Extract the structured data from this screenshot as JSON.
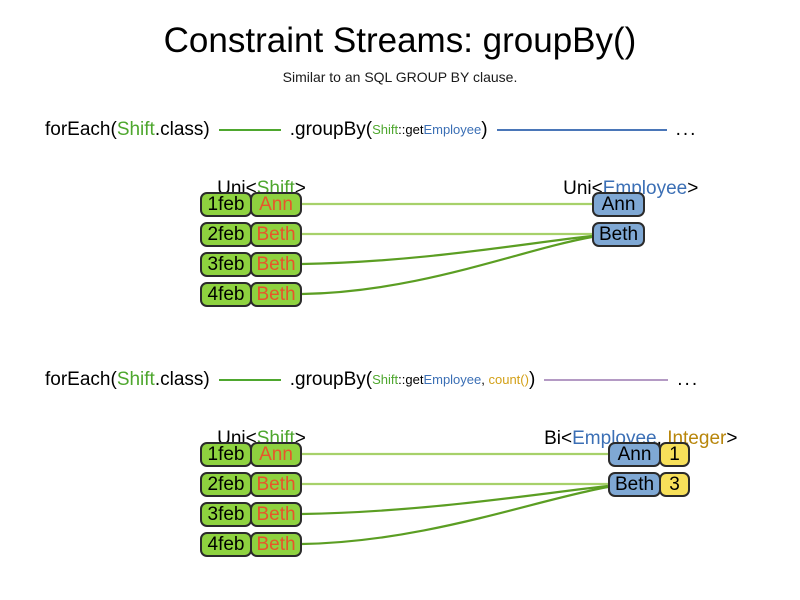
{
  "header": {
    "title": "Constraint Streams: groupBy()",
    "subtitle": "Similar to an SQL GROUP BY clause."
  },
  "sections": [
    {
      "id": "section-ungrouped-count",
      "expression": {
        "for_each": "forEach(",
        "for_each_type": "Shift",
        "for_each_suffix": ".class)",
        "group_by": ".groupBy(",
        "ref_class": "Shift",
        "ref_sep": "::get",
        "ref_prop": "Employee",
        "group_by_suffix": ")",
        "ellipsis": "...",
        "connector_1_color": "#4ea72e",
        "connector_2_color": "#4a76b8"
      },
      "left_type_label": {
        "prefix": "Uni<",
        "generic": "Shift",
        "suffix": ">"
      },
      "right_type_label": {
        "prefix": "Uni<",
        "generic": "Employee",
        "suffix": ">"
      },
      "left_rows": [
        {
          "date": "1feb",
          "name": "Ann"
        },
        {
          "date": "2feb",
          "name": "Beth"
        },
        {
          "date": "3feb",
          "name": "Beth"
        },
        {
          "date": "4feb",
          "name": "Beth"
        }
      ],
      "right_rows": [
        {
          "name": "Ann"
        },
        {
          "name": "Beth"
        }
      ],
      "links": [
        {
          "from": 0,
          "to": 0
        },
        {
          "from": 1,
          "to": 1
        },
        {
          "from": 2,
          "to": 1
        },
        {
          "from": 3,
          "to": 1
        }
      ]
    },
    {
      "id": "section-grouped-count",
      "expression": {
        "for_each": "forEach(",
        "for_each_type": "Shift",
        "for_each_suffix": ".class)",
        "group_by": ".groupBy(",
        "ref_class": "Shift",
        "ref_sep": "::get",
        "ref_prop": "Employee",
        "ref_comma": ", ",
        "collector": "count()",
        "group_by_suffix": ")",
        "ellipsis": "...",
        "connector_1_color": "#4ea72e",
        "connector_2_color": "#b49ac4"
      },
      "left_type_label": {
        "prefix": "Uni<",
        "generic": "Shift",
        "suffix": ">"
      },
      "right_type_label": {
        "prefix": "Bi<",
        "generic": "Employee",
        "separator": ", ",
        "generic2": "Integer",
        "suffix": ">"
      },
      "left_rows": [
        {
          "date": "1feb",
          "name": "Ann"
        },
        {
          "date": "2feb",
          "name": "Beth"
        },
        {
          "date": "3feb",
          "name": "Beth"
        },
        {
          "date": "4feb",
          "name": "Beth"
        }
      ],
      "right_rows": [
        {
          "name": "Ann",
          "count": "1"
        },
        {
          "name": "Beth",
          "count": "3"
        }
      ],
      "links": [
        {
          "from": 0,
          "to": 0
        },
        {
          "from": 1,
          "to": 1
        },
        {
          "from": 2,
          "to": 1
        },
        {
          "from": 3,
          "to": 1
        }
      ]
    }
  ],
  "colors": {
    "shift_green": "#8ed23f",
    "shift_text_green": "#4ea72e",
    "employee_blue": "#7fa8d4",
    "employee_text_blue": "#3b6fb5",
    "integer_yellow": "#f7e05a",
    "integer_text_yellow": "#b8860b",
    "name_orange": "#e8552b",
    "box_border": "#2b2b2b",
    "link_line": "#6fae2f"
  }
}
